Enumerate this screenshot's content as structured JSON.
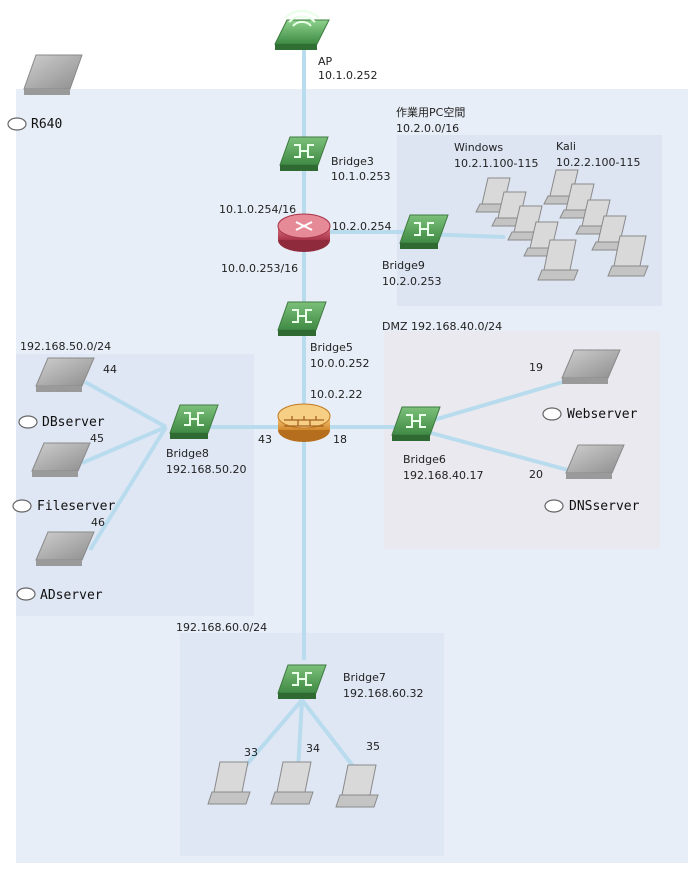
{
  "host": {
    "name": "R640"
  },
  "zones": {
    "pc_space": {
      "title": "作業用PC空間",
      "cidr": "10.2.0.0/16"
    },
    "dmz": {
      "title": "DMZ  192.168.40.0/24"
    },
    "db_net": {
      "cidr": "192.168.50.0/24"
    },
    "lan60": {
      "cidr": "192.168.60.0/24"
    }
  },
  "ap": {
    "name": "AP",
    "ip": "10.1.0.252"
  },
  "bridge3": {
    "name": "Bridge3",
    "ip": "10.1.0.253"
  },
  "router": {
    "ip_top": "10.1.0.254/16",
    "ip_right": "10.2.0.254",
    "ip_bottom": "10.0.0.253/16"
  },
  "bridge9": {
    "name": "Bridge9",
    "ip": "10.2.0.253"
  },
  "windows": {
    "name": "Windows",
    "range": "10.2.1.100-115"
  },
  "kali": {
    "name": "Kali",
    "range": "10.2.2.100-115"
  },
  "bridge5": {
    "name": "Bridge5",
    "ip": "10.0.0.252"
  },
  "firewall": {
    "ip_top": "10.0.2.22",
    "port_left": "43",
    "port_right": "18"
  },
  "bridge8": {
    "name": "Bridge8",
    "ip": "192.168.50.20"
  },
  "bridge6": {
    "name": "Bridge6",
    "ip": "192.168.40.17"
  },
  "bridge7": {
    "name": "Bridge7",
    "ip": "192.168.60.32"
  },
  "servers": {
    "db": {
      "name": "DBserver",
      "port": "44"
    },
    "file": {
      "name": "Fileserver",
      "port": "45"
    },
    "ad": {
      "name": "ADserver",
      "port": "46"
    },
    "web": {
      "name": "Webserver",
      "port": "19"
    },
    "dns": {
      "name": "DNSserver",
      "port": "20"
    }
  },
  "clients": {
    "c33": "33",
    "c34": "34",
    "c35": "35"
  },
  "colors": {
    "zone_fill": "#e8eef7",
    "dmz_fill": "#e9e9ef",
    "inner_fill": "#dfe6f4",
    "link": "#b8dcee",
    "bridge": "#4e9a4f",
    "router": "#c0485a",
    "firewall": "#e9a84a"
  }
}
